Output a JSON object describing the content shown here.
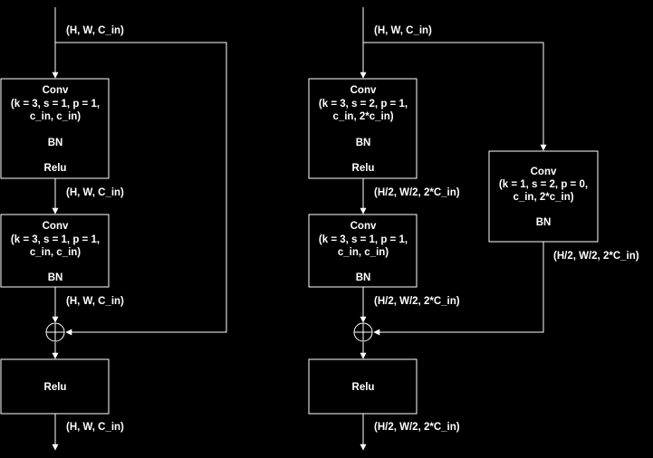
{
  "colors": {
    "background": "#000000",
    "foreground": "#ffffff"
  },
  "left": {
    "input_label": "(H, W, C_in)",
    "conv1": {
      "title": "Conv",
      "params1": "(k = 3, s = 1, p = 1,",
      "params2": "c_in, c_in)",
      "bn": "BN",
      "act": "Relu"
    },
    "label_after_conv1": "(H, W, C_in)",
    "conv2": {
      "title": "Conv",
      "params1": "(k = 3, s = 1, p = 1,",
      "params2": "c_in, c_in)",
      "bn": "BN"
    },
    "label_after_conv2": "(H, W, C_in)",
    "relu": "Relu",
    "output_label": "(H, W, C_in)"
  },
  "right": {
    "input_label": "(H, W, C_in)",
    "conv1": {
      "title": "Conv",
      "params1": "(k = 3, s = 2, p = 1,",
      "params2": "c_in, 2*c_in)",
      "bn": "BN",
      "act": "Relu"
    },
    "label_after_conv1": "(H/2, W/2, 2*C_in)",
    "conv2": {
      "title": "Conv",
      "params1": "(k = 3, s = 1, p = 1,",
      "params2": "c_in, c_in)",
      "bn": "BN"
    },
    "label_after_conv2": "(H/2, W/2, 2*C_in)",
    "shortcut": {
      "title": "Conv",
      "params1": "(k = 1, s = 2, p = 0,",
      "params2": "c_in, 2*c_in)",
      "bn": "BN"
    },
    "label_after_shortcut": "(H/2, W/2, 2*C_in)",
    "relu": "Relu",
    "output_label": "(H/2, W/2, 2*C_in)"
  }
}
